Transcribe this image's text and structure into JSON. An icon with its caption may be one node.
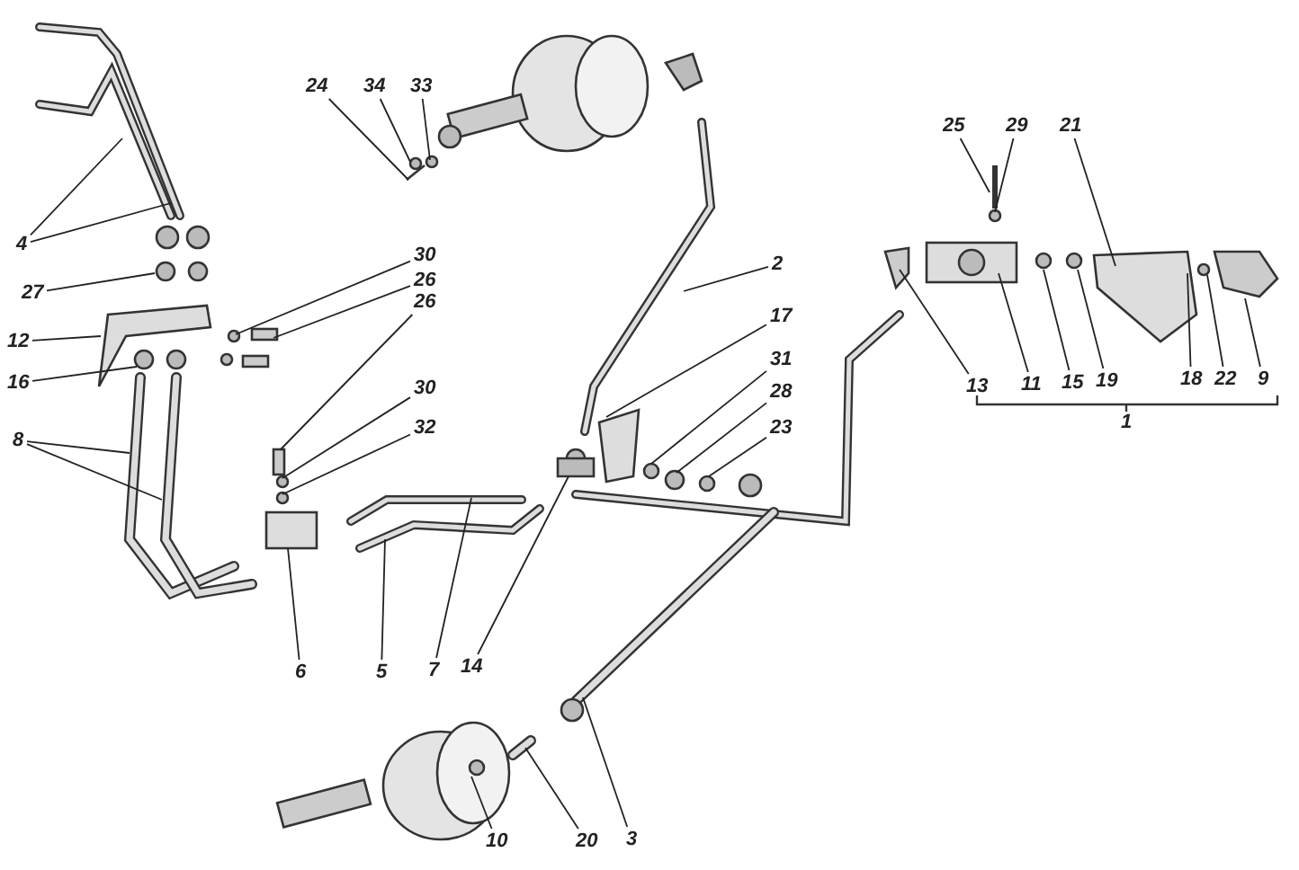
{
  "diagram": {
    "nodes": [
      {
        "text": [
          "24"
        ]
      },
      {
        "text": [
          "34"
        ]
      },
      {
        "text": [
          "33"
        ]
      },
      {
        "text": [
          "25"
        ]
      },
      {
        "text": [
          "29"
        ]
      },
      {
        "text": [
          "21"
        ]
      },
      {
        "text": [
          "4"
        ]
      },
      {
        "text": [
          "30"
        ]
      },
      {
        "text": [
          "2"
        ]
      },
      {
        "text": [
          "26"
        ]
      },
      {
        "text": [
          "26"
        ]
      },
      {
        "text": [
          "27"
        ]
      },
      {
        "text": [
          "12"
        ]
      },
      {
        "text": [
          "16"
        ]
      },
      {
        "text": [
          "17"
        ]
      },
      {
        "text": [
          "31"
        ]
      },
      {
        "text": [
          "28"
        ]
      },
      {
        "text": [
          "23"
        ]
      },
      {
        "text": [
          "13"
        ]
      },
      {
        "text": [
          "11"
        ]
      },
      {
        "text": [
          "15"
        ]
      },
      {
        "text": [
          "19"
        ]
      },
      {
        "text": [
          "18"
        ]
      },
      {
        "text": [
          "22"
        ]
      },
      {
        "text": [
          "9"
        ]
      },
      {
        "text": [
          "30"
        ]
      },
      {
        "text": [
          "32"
        ]
      },
      {
        "text": [
          "8"
        ]
      },
      {
        "text": [
          "14"
        ]
      },
      {
        "text": [
          "6"
        ]
      },
      {
        "text": [
          "5"
        ]
      },
      {
        "text": [
          "7"
        ]
      },
      {
        "text": [
          "3"
        ]
      },
      {
        "text": [
          "10"
        ]
      },
      {
        "text": [
          "20"
        ]
      }
    ],
    "edges": [
      {
        "from": 0,
        "to": null,
        "arrow": "none"
      },
      {
        "from": 1,
        "to": null,
        "arrow": "none"
      },
      {
        "from": 2,
        "to": null,
        "arrow": "none"
      },
      {
        "from": 3,
        "to": null,
        "arrow": "none"
      },
      {
        "from": 4,
        "to": null,
        "arrow": "none"
      },
      {
        "from": 5,
        "to": null,
        "arrow": "none"
      },
      {
        "from": 6,
        "to": null,
        "arrow": "none"
      },
      {
        "from": 6,
        "to": null,
        "arrow": "none"
      },
      {
        "from": 7,
        "to": null,
        "arrow": "none"
      },
      {
        "from": 8,
        "to": null,
        "arrow": "none"
      },
      {
        "from": 9,
        "to": null,
        "arrow": "none"
      },
      {
        "from": 10,
        "to": null,
        "arrow": "none"
      },
      {
        "from": 11,
        "to": null,
        "arrow": "none"
      },
      {
        "from": 12,
        "to": null,
        "arrow": "none"
      },
      {
        "from": 13,
        "to": null,
        "arrow": "none"
      },
      {
        "from": 14,
        "to": null,
        "arrow": "none"
      },
      {
        "from": 15,
        "to": null,
        "arrow": "none"
      },
      {
        "from": 16,
        "to": null,
        "arrow": "none"
      },
      {
        "from": 17,
        "to": null,
        "arrow": "none"
      },
      {
        "from": 18,
        "to": null,
        "arrow": "none"
      },
      {
        "from": 19,
        "to": null,
        "arrow": "none"
      },
      {
        "from": 20,
        "to": null,
        "arrow": "none"
      },
      {
        "from": 21,
        "to": null,
        "arrow": "none"
      },
      {
        "from": 22,
        "to": null,
        "arrow": "none"
      },
      {
        "from": 23,
        "to": null,
        "arrow": "none"
      },
      {
        "from": 24,
        "to": null,
        "arrow": "none"
      },
      {
        "from": 25,
        "to": null,
        "arrow": "none"
      },
      {
        "from": 26,
        "to": null,
        "arrow": "none"
      },
      {
        "from": 27,
        "to": null,
        "arrow": "none"
      },
      {
        "from": 27,
        "to": null,
        "arrow": "none"
      },
      {
        "from": 28,
        "to": null,
        "arrow": "none"
      },
      {
        "from": 29,
        "to": null,
        "arrow": "none"
      },
      {
        "from": 30,
        "to": null,
        "arrow": "none"
      },
      {
        "from": 31,
        "to": null,
        "arrow": "none"
      },
      {
        "from": 32,
        "to": null,
        "arrow": "none"
      },
      {
        "from": 33,
        "to": null,
        "arrow": "none"
      },
      {
        "from": 34,
        "to": null,
        "arrow": "none"
      }
    ],
    "labels": [
      "1"
    ]
  }
}
